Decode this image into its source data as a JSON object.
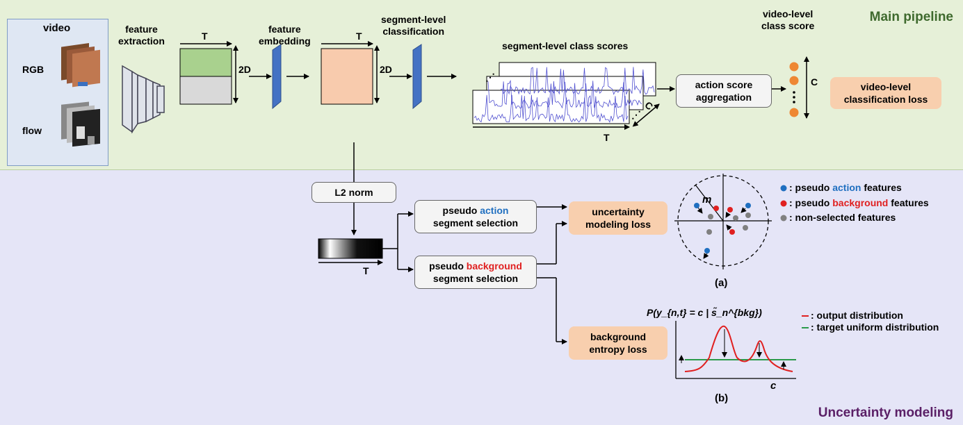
{
  "panels": {
    "main_title": "Main pipeline",
    "uncertainty_title": "Uncertainty modeling"
  },
  "video": {
    "title": "video",
    "rgb_label": "RGB",
    "flow_label": "flow"
  },
  "labels": {
    "feature_extraction": "feature\nextraction",
    "feature_embedding": "feature\nembedding",
    "segment_level_classification": "segment-level\nclassification",
    "segment_level_class_scores": "segment-level class scores",
    "video_level_class_score": "video-level\nclass score",
    "T": "T",
    "twoD": "2D",
    "C": "C"
  },
  "boxes": {
    "action_score_aggregation": "action score\naggregation",
    "video_level_classification_loss": "video-level\nclassification loss",
    "l2_norm": "L2 norm",
    "pseudo_action_selection_prefix": "pseudo ",
    "pseudo_action_selection_keyword": "action",
    "pseudo_action_selection_suffix": "segment selection",
    "pseudo_background_selection_prefix": "pseudo ",
    "pseudo_background_selection_keyword": "background",
    "pseudo_background_selection_suffix": "segment selection",
    "uncertainty_modeling_loss": "uncertainty\nmodeling loss",
    "background_entropy_loss": "background\nentropy loss"
  },
  "figure_a": {
    "caption": "(a)",
    "margin_symbol": "m",
    "legend": [
      {
        "marker_color": "#1f6fc0",
        "prefix": ": pseudo ",
        "keyword": "action",
        "keyword_color": "#1f6fc0",
        "suffix": " features"
      },
      {
        "marker_color": "#e02020",
        "prefix": ": pseudo ",
        "keyword": "background",
        "keyword_color": "#e02020",
        "suffix": " features"
      },
      {
        "marker_color": "#808080",
        "prefix": ": non-selected features",
        "keyword": "",
        "keyword_color": "",
        "suffix": ""
      }
    ]
  },
  "figure_b": {
    "caption": "(b)",
    "y_label": "P(y_{n,t} = c | s̃_n^{bkg})",
    "x_label": "c",
    "legend": [
      {
        "color": "#e02020",
        "text": ": output distribution"
      },
      {
        "color": "#2a9a4a",
        "text": ": target uniform distribution"
      }
    ]
  },
  "colors": {
    "action": "#1f6fc0",
    "background": "#e02020",
    "non_selected": "#808080",
    "loss_fill": "#f8cfae",
    "main_panel": "#e6f0d8",
    "uncertainty_panel": "#e5e5f7",
    "video_score_dot": "#ee8733"
  }
}
